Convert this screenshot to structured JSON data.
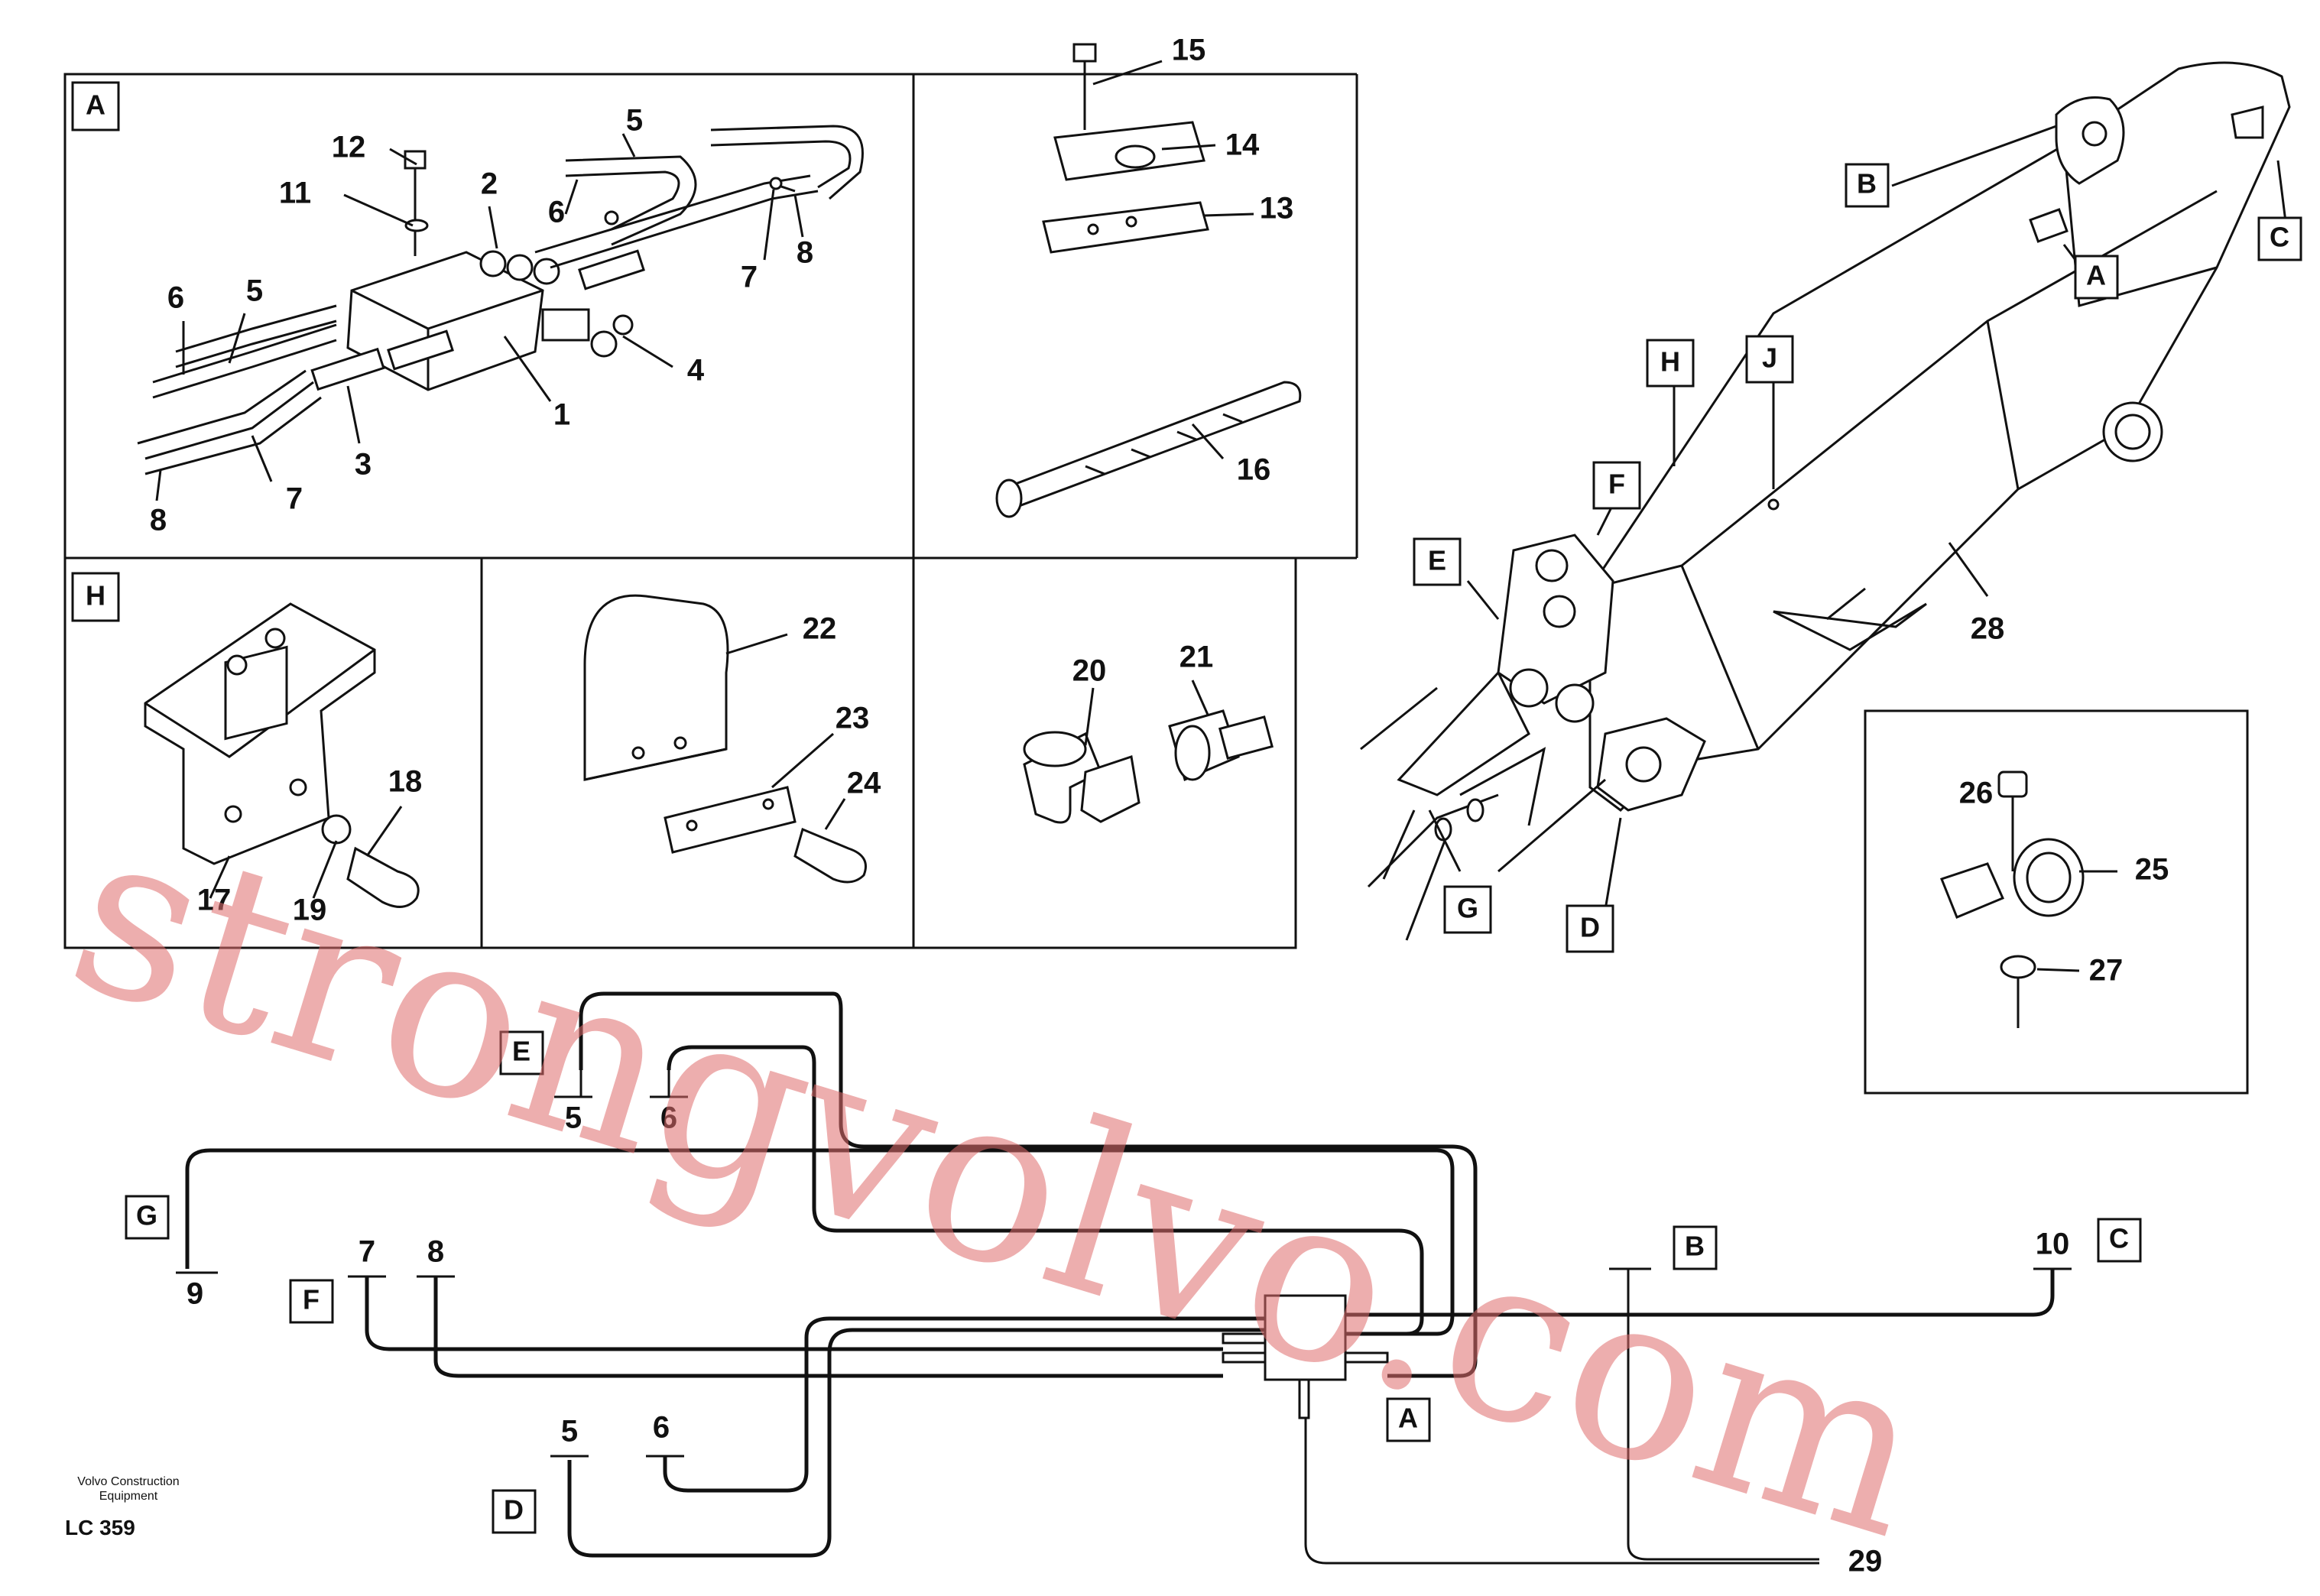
{
  "callouts": {
    "n1": "1",
    "n2": "2",
    "n3": "3",
    "n4": "4",
    "n5": "5",
    "n6": "6",
    "n7": "7",
    "n8": "8",
    "n11": "11",
    "n12": "12",
    "n13": "13",
    "n14": "14",
    "n15": "15",
    "n16": "16",
    "n17": "17",
    "n18": "18",
    "n19": "19",
    "n20": "20",
    "n21": "21",
    "n22": "22",
    "n23": "23",
    "n24": "24",
    "n25": "25",
    "n26": "26",
    "n27": "27",
    "n28": "28",
    "n5b": "5",
    "n6b": "6",
    "n6c": "6",
    "n5c": "5",
    "n7b": "7",
    "n8b": "8"
  },
  "hose_labels": {
    "e5": "5",
    "e6": "6",
    "g9": "9",
    "f7": "7",
    "f8": "8",
    "d5": "5",
    "d6": "6",
    "c10": "10",
    "n29": "29"
  },
  "detail_boxes": {
    "A": "A",
    "H": "H"
  },
  "boom_labels": {
    "B": "B",
    "C": "C",
    "A": "A",
    "H": "H",
    "J": "J",
    "F": "F",
    "E": "E",
    "G": "G",
    "D": "D"
  },
  "scheme_labels": {
    "E": "E",
    "G": "G",
    "F": "F",
    "D": "D",
    "B": "B",
    "A": "A",
    "C": "C"
  },
  "footer": {
    "company_line1": "Volvo Construction",
    "company_line2": "Equipment",
    "code": "LC 359"
  },
  "watermark": "strongvolvo.com"
}
